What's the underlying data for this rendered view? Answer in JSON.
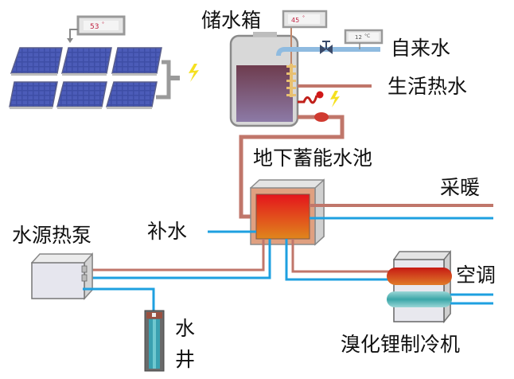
{
  "labels": {
    "storage_tank": "储水箱",
    "tap_water": "自来水",
    "domestic_hot_water": "生活热水",
    "underground_pool": "地下蓄能水池",
    "heating": "采暖",
    "makeup_water": "补水",
    "water_source_heat_pump": "水源热泵",
    "air_conditioning": "空调",
    "libr_chiller": "溴化锂制冷机",
    "well_line1": "水",
    "well_line2": "井"
  },
  "gauges": {
    "solar_temp": "53",
    "solar_unit": "°",
    "tank_temp": "45",
    "tank_unit": "°",
    "tap_temp": "12",
    "tap_unit": "°C"
  },
  "colors": {
    "hot_pipe": "#c0766a",
    "cold_pipe": "#1ea0e0",
    "tap_pipe": "#8fbbe0",
    "panel": "#3b4a9e",
    "frame": "#9a9a9a",
    "tank_water": "#7a4a60",
    "lightning": "#f5e020"
  }
}
